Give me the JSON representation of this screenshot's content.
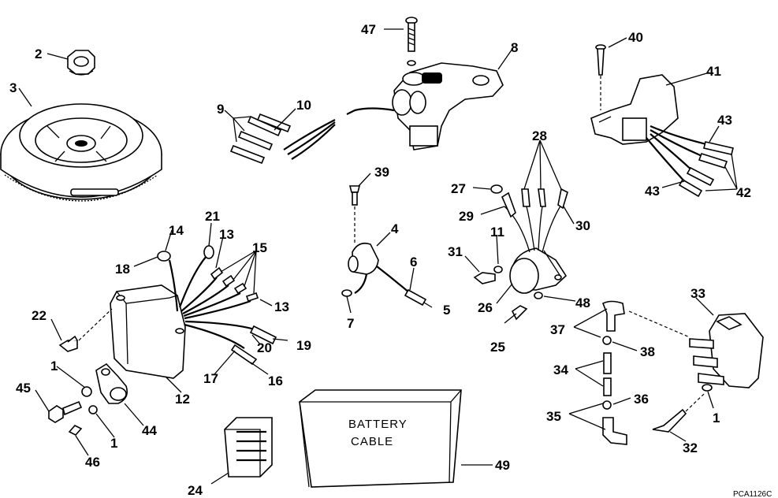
{
  "callouts": [
    "1",
    "2",
    "3",
    "4",
    "5",
    "6",
    "7",
    "8",
    "9",
    "10",
    "11",
    "12",
    "13",
    "14",
    "15",
    "16",
    "17",
    "18",
    "19",
    "20",
    "21",
    "22",
    "24",
    "25",
    "26",
    "27",
    "28",
    "29",
    "30",
    "31",
    "32",
    "33",
    "34",
    "35",
    "36",
    "37",
    "38",
    "39",
    "40",
    "41",
    "42",
    "43",
    "44",
    "45",
    "46",
    "47",
    "48",
    "49"
  ],
  "battery_box": {
    "line1": "BATTERY",
    "line2": "CABLE"
  },
  "drawing_code": "PCA1126C"
}
